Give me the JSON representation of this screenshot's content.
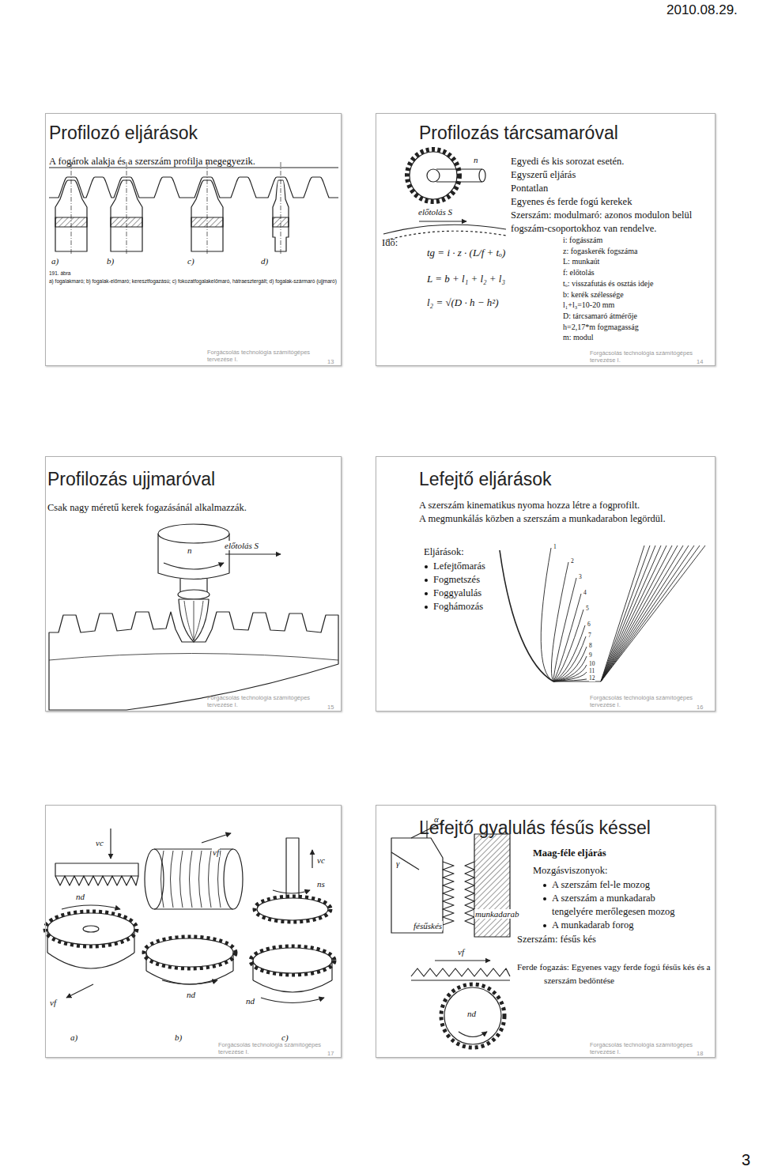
{
  "diagram": {
    "nodes": [
      {
        "text": [
          "Profilozó eljárások",
          "A fogárok alakja és a szerszám profilja megegyezik.",
          "Forgácsolás technológia számítógépes tervezése I.",
          "13"
        ]
      },
      {
        "text": [
          "Profilozás tárcsamaróval",
          "Egyedi és kis sorozat esetén.",
          "Egyszerű eljárás",
          "Pontatlan",
          "Egyenes és ferde fogú kerekek",
          "Szerszám: modulmaró: azonos modulon belül fogszám-csoportokhoz van rendelve.",
          "Forgácsolás technológia számítógépes tervezése I.",
          "14"
        ]
      },
      {
        "text": [
          "Profilozás ujjmaróval",
          "Csak nagy méretű kerek fogazásánál alkalmazzák.",
          "Forgácsolás technológia számítógépes tervezése I.",
          "15"
        ]
      },
      {
        "text": [
          "Lefejtő eljárások",
          "A szerszám kinematikus nyoma hozza létre a fogprofilt.",
          "A megmunkálás közben a szerszám a munkadarabon legördül.",
          "Eljárások:",
          "Lefejtőmarás",
          "Fogmetszés",
          "Foggyalulás",
          "Foghámozás",
          "Forgácsolás technológia számítógépes tervezése I.",
          "16"
        ]
      },
      {
        "text": [
          "Forgácsolás technológia számítógépes tervezése I.",
          "17"
        ]
      },
      {
        "text": [
          "Lefejtő gyalulás fésűs késsel",
          "Maag-féle eljárás",
          "Mozgásviszonyok:",
          "A szerszám fel-le mozog",
          "A szerszám a munkadarab tengelyére merőlegesen mozog",
          "A munkadarab forog",
          "Szerszám: fésűs kés",
          "Ferde fogazás: Egyenes vagy ferde fogú fésűs kés és a szerszám bedöntése",
          "Forgácsolás technológia számítógépes tervezése I.",
          "18"
        ]
      }
    ],
    "labels": [
      "2010.08.29.",
      "a)",
      "b)",
      "c)",
      "d)",
      "191. ábra",
      "a) fogalakmaró; b) fogalak-előmaró; keresztfogazású; c) fokozatfogalakelőmaró, hátraesztergált; d) fogalak-szármaró (ujjmaró)",
      "előtolás S",
      "n",
      "Idő:",
      "tg = i · z · (L/f + tₒ)",
      "L = b + l₁ + l₂ + l₃",
      "l₂ = √(D · h − h²)",
      "i: fogásszám",
      "z: fogaskerék fogszáma",
      "L: munkaút",
      "f: előtolás",
      "tₒ: visszafutás és osztás ideje",
      "b: kerék szélessége",
      "l₁+l₃=10-20 mm",
      "D: tárcsamaró átmérője",
      "h=2,17*m fogmagasság",
      "m: modul",
      "n",
      "előtolás S",
      "1",
      "2",
      "3",
      "4",
      "5",
      "6",
      "7",
      "8",
      "9",
      "10",
      "11",
      "12",
      "vc",
      "nd",
      "vf",
      "vf",
      "nd",
      "vc",
      "ns",
      "nd",
      "a)",
      "b)",
      "c)",
      "α",
      "γ",
      "fésűskés",
      "munkadarab",
      "vf",
      "nd",
      "3"
    ]
  }
}
